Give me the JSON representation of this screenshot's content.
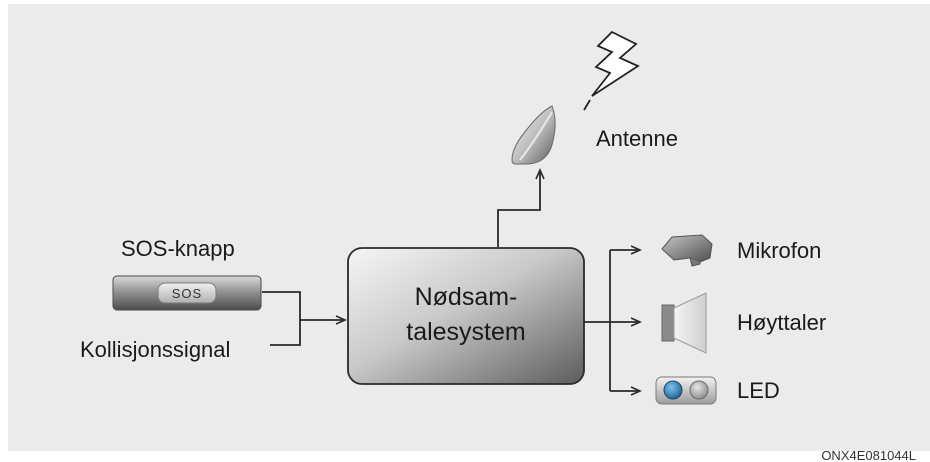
{
  "labels": {
    "sos_button": "SOS-knapp",
    "sos_button_text": "SOS",
    "collision": "Kollisjonssignal",
    "system_line1": "Nødsam-",
    "system_line2": "talesystem",
    "antenna": "Antenne",
    "microphone": "Mikrofon",
    "speaker": "Høyttaler",
    "led": "LED"
  },
  "figure_code": "ONX4E081044L",
  "colors": {
    "background": "#ebebeb",
    "line": "#2a2a2a",
    "box_light": "#f4f4f4",
    "box_dark": "#6e6e6e",
    "led_blue": "#2c7fb4"
  },
  "icons": {
    "lightning": "lightning-bolt-icon",
    "antenna": "shark-fin-antenna-icon",
    "microphone": "microphone-icon",
    "speaker": "speaker-icon",
    "led": "led-indicator-icon",
    "sos": "sos-button-icon"
  }
}
